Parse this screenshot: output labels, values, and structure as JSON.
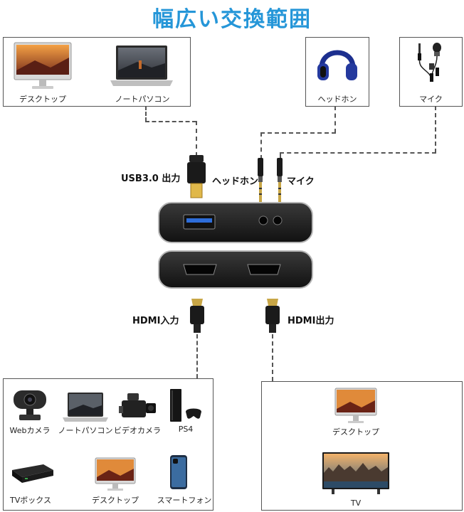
{
  "title": "幅広い交換範囲",
  "sources_top": {
    "desktop": "デスクトップ",
    "laptop": "ノートパソコン"
  },
  "headphone_box": "ヘッドホン",
  "mic_box": "マイク",
  "ports": {
    "usb": "USB3.0 出力",
    "headphone": "ヘッドホン",
    "mic": "マイク",
    "hdmi_in": "HDMI入力",
    "hdmi_out": "HDMI出力"
  },
  "input_devices": [
    "Webカメラ",
    "ノートパソコン",
    "ビデオカメラ",
    "PS4",
    "TVボックス",
    "デスクトップ",
    "スマートフォン"
  ],
  "output_devices": [
    "デスクトップ",
    "TV"
  ]
}
